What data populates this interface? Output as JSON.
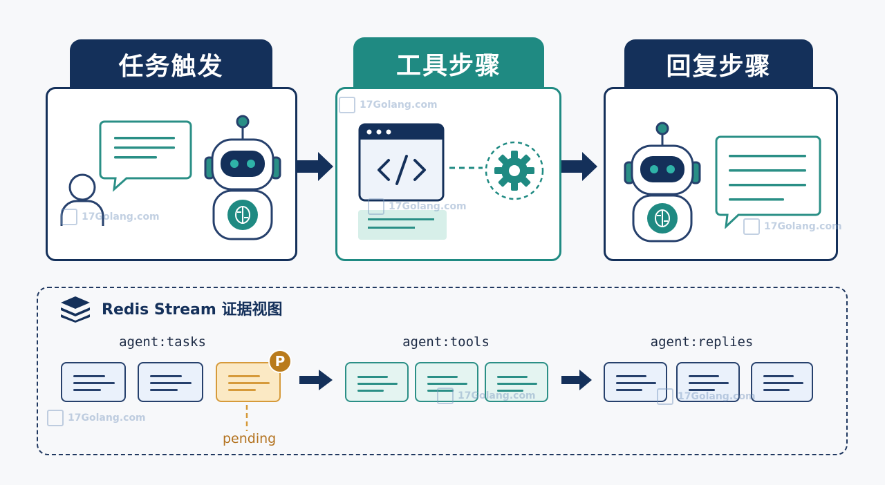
{
  "stages": [
    {
      "title": "任务触发"
    },
    {
      "title": "工具步骤"
    },
    {
      "title": "回复步骤"
    }
  ],
  "stream": {
    "title": "Redis Stream 证据视图",
    "groups": [
      {
        "label": "agent:tasks"
      },
      {
        "label": "agent:tools"
      },
      {
        "label": "agent:replies"
      }
    ],
    "pending_badge": "P",
    "pending_label": "pending"
  },
  "watermark": "17Golang.com",
  "colors": {
    "navy": "#14305a",
    "teal": "#1f8a82",
    "amber": "#d69a3a"
  },
  "icons": [
    "user-icon",
    "chat-bubble-icon",
    "robot-icon",
    "brain-icon",
    "code-window-icon",
    "gear-icon",
    "arrow-right-icon",
    "stack-layers-icon"
  ]
}
